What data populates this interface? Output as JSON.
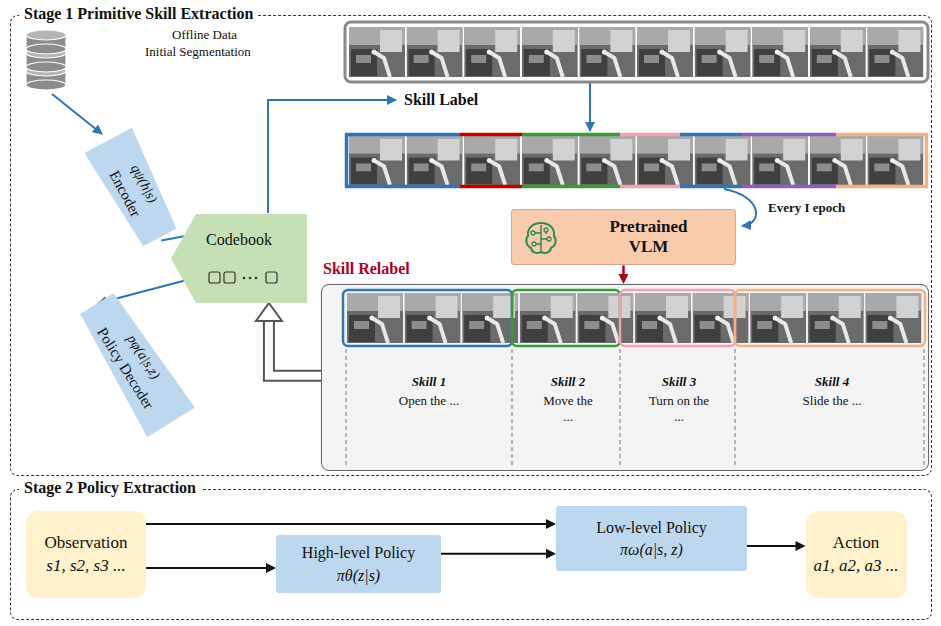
{
  "diagram": {
    "nodes": [
      {
        "text": [
          "Stage 1 Primitive Skill Extraction"
        ]
      },
      {
        "text": [
          "qψ(h|s)",
          "Encoder"
        ],
        "in": 0
      },
      {
        "text": [
          "Codebook"
        ],
        "in": 0
      },
      {
        "text": [
          "pφ(a|s,z)",
          "Policy Decoder"
        ],
        "in": 0
      },
      {
        "text": [
          "Pretrained VLM"
        ],
        "in": 0
      },
      {
        "text": [
          "Skill 1",
          "Open the ...",
          "Skill 2",
          "Move the ...",
          "Skill 3",
          "Turn on the ...",
          "Skill 4",
          "Slide the ..."
        ],
        "in": 0
      },
      {
        "text": [
          "Stage 2 Policy Extraction"
        ]
      },
      {
        "text": [
          "Observation",
          "s1, s2, s3 ..."
        ],
        "in": 6
      },
      {
        "text": [
          "High-level Policy",
          "πθ(z|s)"
        ],
        "in": 6
      },
      {
        "text": [
          "Low-level Policy",
          "πω(a|s, z)"
        ],
        "in": 6
      },
      {
        "text": [
          "Action",
          "a1, a2, a3 ..."
        ],
        "in": 6
      }
    ],
    "edges": [
      {
        "from": 1,
        "to": 2,
        "arrow": "none"
      },
      {
        "from": 2,
        "to": 3,
        "arrow": "to"
      },
      {
        "from": 4,
        "to": 5,
        "arrow": "to"
      },
      {
        "from": 5,
        "to": 2,
        "arrow": "to"
      },
      {
        "from": 7,
        "to": 9,
        "arrow": "to"
      },
      {
        "from": 7,
        "to": 8,
        "arrow": "to"
      },
      {
        "from": 8,
        "to": 9,
        "arrow": "to"
      },
      {
        "from": 9,
        "to": 10,
        "arrow": "to"
      }
    ],
    "labels": [
      "Offline Data",
      "Initial Segmentation",
      "Skill Label",
      "Every I epoch",
      "Skill Relabel"
    ]
  }
}
